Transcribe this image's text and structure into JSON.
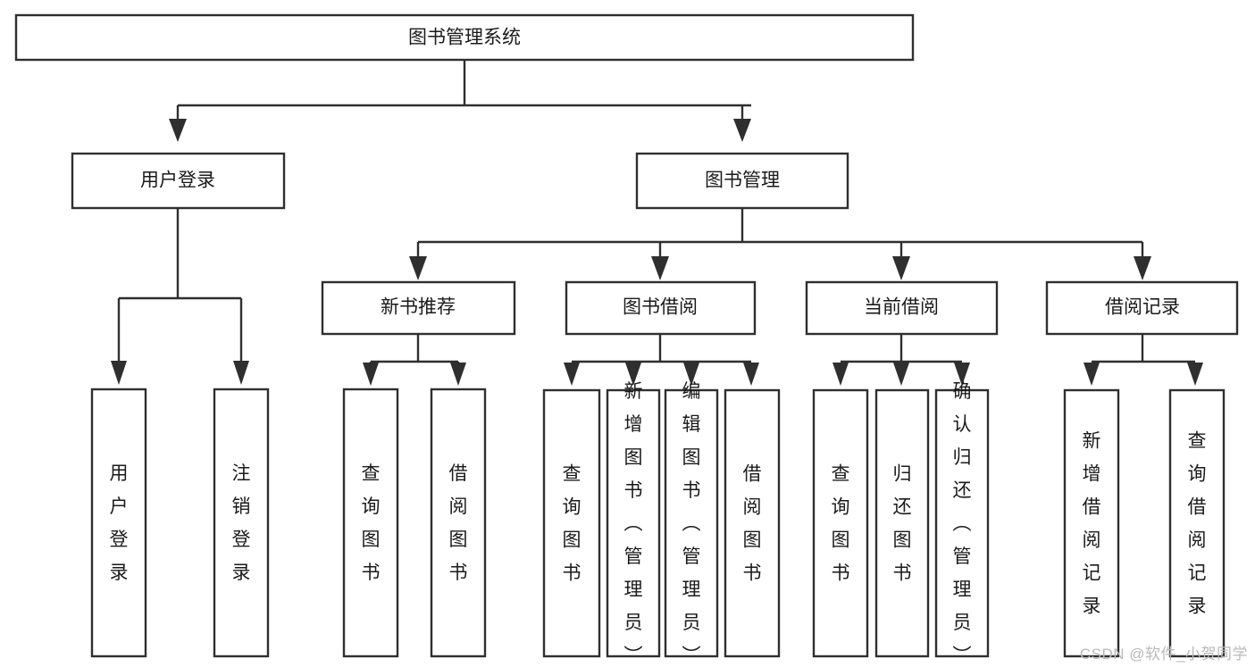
{
  "diagram": {
    "type": "tree-hierarchy-chart",
    "title": "图书管理系统",
    "background_color": "#ffffff",
    "line_color": "#2f2f2f",
    "text_color": "#1a1a1a",
    "levels": 4,
    "nodes": {
      "root": {
        "label": "图书管理系统",
        "orientation": "horizontal"
      },
      "l2": [
        {
          "id": "user-login",
          "label": "用户登录",
          "orientation": "horizontal"
        },
        {
          "id": "book-manage",
          "label": "图书管理",
          "orientation": "horizontal"
        }
      ],
      "l3": [
        {
          "id": "new-book-recommend",
          "label": "新书推荐",
          "orientation": "horizontal",
          "parent": "book-manage"
        },
        {
          "id": "book-borrow",
          "label": "图书借阅",
          "orientation": "horizontal",
          "parent": "book-manage"
        },
        {
          "id": "current-borrow",
          "label": "当前借阅",
          "orientation": "horizontal",
          "parent": "book-manage"
        },
        {
          "id": "borrow-record",
          "label": "借阅记录",
          "orientation": "horizontal",
          "parent": "book-manage"
        }
      ],
      "leaves": [
        {
          "id": "leaf-user-login",
          "label": "用户登录",
          "orientation": "vertical",
          "parent": "user-login"
        },
        {
          "id": "leaf-user-logout",
          "label": "注销登录",
          "orientation": "vertical",
          "parent": "user-login"
        },
        {
          "id": "leaf-query-book-1",
          "label": "查询图书",
          "orientation": "vertical",
          "parent": "new-book-recommend"
        },
        {
          "id": "leaf-borrow-book-1",
          "label": "借阅图书",
          "orientation": "vertical",
          "parent": "new-book-recommend"
        },
        {
          "id": "leaf-query-book-2",
          "label": "查询图书",
          "orientation": "vertical",
          "parent": "book-borrow"
        },
        {
          "id": "leaf-add-book",
          "label": "新增图书（管理员）",
          "orientation": "vertical",
          "parent": "book-borrow"
        },
        {
          "id": "leaf-edit-book",
          "label": "编辑图书（管理员）",
          "orientation": "vertical",
          "parent": "book-borrow"
        },
        {
          "id": "leaf-borrow-book-2",
          "label": "借阅图书",
          "orientation": "vertical",
          "parent": "book-borrow"
        },
        {
          "id": "leaf-query-book-3",
          "label": "查询图书",
          "orientation": "vertical",
          "parent": "current-borrow"
        },
        {
          "id": "leaf-return-book",
          "label": "归还图书",
          "orientation": "vertical",
          "parent": "current-borrow"
        },
        {
          "id": "leaf-confirm-return",
          "label": "确认归还（管理员）",
          "orientation": "vertical",
          "parent": "current-borrow"
        },
        {
          "id": "leaf-add-record",
          "label": "新增借阅记录",
          "orientation": "vertical",
          "parent": "borrow-record"
        },
        {
          "id": "leaf-query-record",
          "label": "查询借阅记录",
          "orientation": "vertical",
          "parent": "borrow-record"
        }
      ]
    }
  },
  "watermark": {
    "text": "CSDN @软件_小贺同学"
  }
}
